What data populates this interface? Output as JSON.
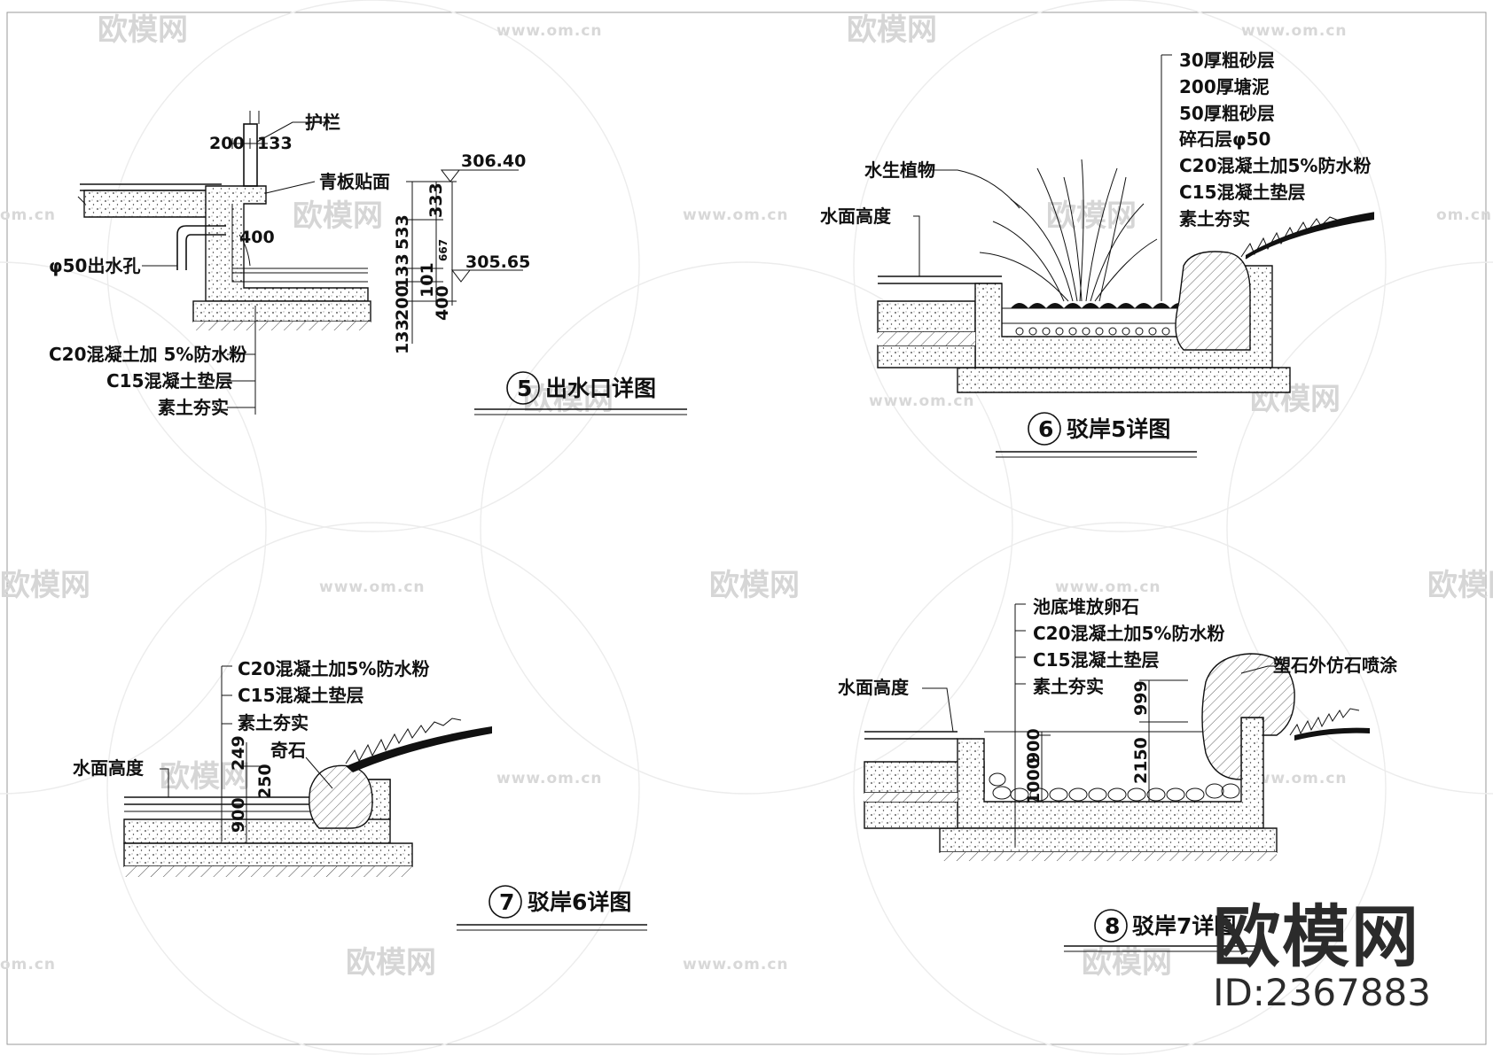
{
  "brand": {
    "logo_text": "欧模网",
    "id_text": "ID:2367883"
  },
  "watermarks": {
    "logo": "欧模网",
    "url": "www.om.cn",
    "url_short": "om.cn"
  },
  "d5": {
    "title_no": "5",
    "title": "出水口详图",
    "labels": {
      "rail": "护栏",
      "facing": "青板贴面",
      "outlet": "φ50出水孔",
      "c20": "C20混凝土加 5%防水粉",
      "c15": "C15混凝土垫层",
      "soil": "素土夯实"
    },
    "dims": {
      "d200": "200",
      "d133": "133",
      "d400": "400",
      "v333": "333",
      "v533": "533",
      "v133": "133",
      "v200": "200",
      "v133b": "133",
      "v101": "101",
      "v400": "400",
      "v667": "667"
    },
    "elev1": "306.40",
    "elev2": "305.65"
  },
  "d6": {
    "title_no": "6",
    "title": "驳岸5详图",
    "labels": {
      "l1": "30厚粗砂层",
      "l2": "200厚塘泥",
      "l3": "50厚粗砂层",
      "l4": "碎石层φ50",
      "l5": "C20混凝土加5%防水粉",
      "l6": "C15混凝土垫层",
      "l7": "素土夯实",
      "plant": "水生植物",
      "water": "水面高度"
    }
  },
  "d7": {
    "title_no": "7",
    "title": "驳岸6详图",
    "labels": {
      "c20": "C20混凝土加5%防水粉",
      "c15": "C15混凝土垫层",
      "soil": "素土夯实",
      "rock": "奇石",
      "water": "水面高度"
    },
    "dims": {
      "d249": "249",
      "d250": "250",
      "d900": "900"
    }
  },
  "d8": {
    "title_no": "8",
    "title": "驳岸7详图",
    "labels": {
      "pebble": "池底堆放卵石",
      "c20": "C20混凝土加5%防水粉",
      "c15": "C15混凝土垫层",
      "soil": "素土夯实",
      "rock": "塑石外仿石喷涂",
      "water": "水面高度"
    },
    "dims": {
      "d999": "999",
      "d900": "900",
      "d1000": "1000",
      "d2150": "2150"
    }
  }
}
